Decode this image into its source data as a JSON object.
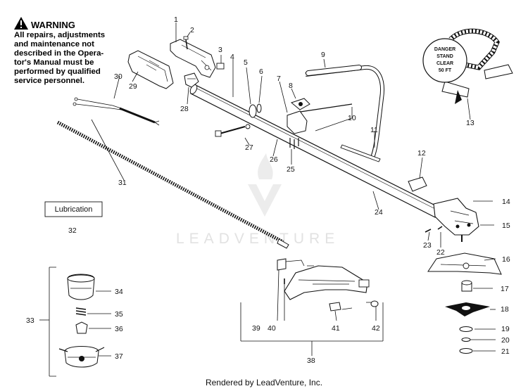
{
  "warning": {
    "title": "WARNING",
    "lines": [
      "All repairs, adjustments",
      "and maintenance not",
      "described in the Opera-",
      "tor's Manual must be",
      "performed by qualified",
      "service personnel."
    ]
  },
  "danger_sign": {
    "lines": [
      "DANGER",
      "STAND",
      "CLEAR",
      "50 FT"
    ]
  },
  "lubrication_label": "Lubrication",
  "watermark": "LEADVENTURE",
  "footer": "Rendered by LeadVenture, Inc.",
  "callouts": {
    "c1": "1",
    "c2": "2",
    "c3": "3",
    "c4": "4",
    "c5": "5",
    "c6": "6",
    "c7": "7",
    "c8": "8",
    "c9": "9",
    "c10": "10",
    "c11": "11",
    "c12": "12",
    "c13": "13",
    "c14": "14",
    "c15": "15",
    "c16": "16",
    "c17": "17",
    "c18": "18",
    "c19": "19",
    "c20": "20",
    "c21": "21",
    "c22": "22",
    "c23": "23",
    "c24": "24",
    "c25": "25",
    "c26": "26",
    "c27": "27",
    "c28": "28",
    "c29": "29",
    "c30": "30",
    "c31": "31",
    "c32": "32",
    "c33": "33",
    "c34": "34",
    "c35": "35",
    "c36": "36",
    "c37": "37",
    "c38": "38",
    "c39": "39",
    "c40": "40",
    "c41": "41",
    "c42": "42"
  }
}
